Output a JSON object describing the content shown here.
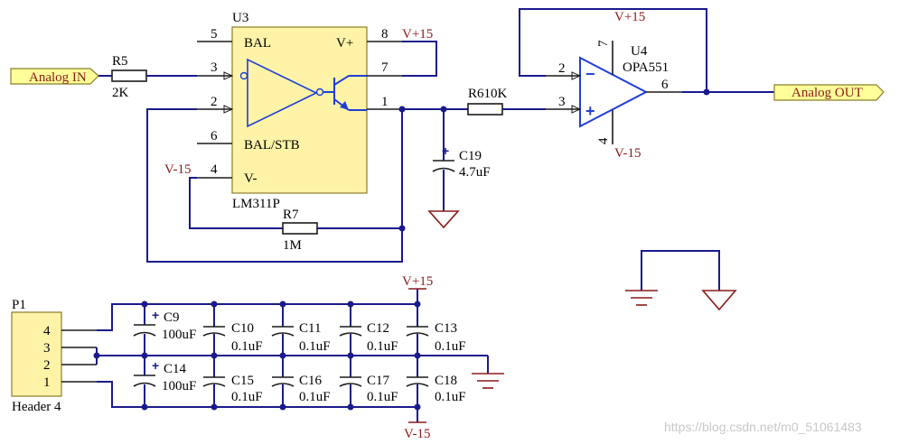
{
  "u3": {
    "ref": "U3",
    "part": "LM311P",
    "pin_bal": "BAL",
    "pin_vplus": "V+",
    "pin_balstb": "BAL/STB",
    "pin_vminus": "V-",
    "n5": "5",
    "n3": "3",
    "n2": "2",
    "n6": "6",
    "n4": "4",
    "n8": "8",
    "n7": "7",
    "n1": "1"
  },
  "u4": {
    "ref": "U4",
    "part": "OPA551",
    "n2": "2",
    "n3": "3",
    "n6": "6",
    "n7": "7",
    "n4": "4"
  },
  "ports": {
    "analog_in": "Analog IN",
    "analog_out": "Analog OUT"
  },
  "rails": {
    "vp": "V+15",
    "vm": "V-15"
  },
  "r5": {
    "ref": "R5",
    "value": "2K"
  },
  "r6": {
    "ref": "R610K"
  },
  "r7": {
    "ref": "R7",
    "value": "1M"
  },
  "c19": {
    "ref": "C19",
    "value": "4.7uF"
  },
  "p1": {
    "ref": "P1",
    "name": "Header 4",
    "pins": [
      "4",
      "3",
      "2",
      "1"
    ]
  },
  "caps_top": [
    {
      "ref": "C9",
      "value": "100uF"
    },
    {
      "ref": "C10",
      "value": "0.1uF"
    },
    {
      "ref": "C11",
      "value": "0.1uF"
    },
    {
      "ref": "C12",
      "value": "0.1uF"
    },
    {
      "ref": "C13",
      "value": "0.1uF"
    }
  ],
  "caps_bot": [
    {
      "ref": "C14",
      "value": "100uF"
    },
    {
      "ref": "C15",
      "value": "0.1uF"
    },
    {
      "ref": "C16",
      "value": "0.1uF"
    },
    {
      "ref": "C17",
      "value": "0.1uF"
    },
    {
      "ref": "C18",
      "value": "0.1uF"
    }
  ],
  "polarity_mark": "+",
  "opamp_minus": "−",
  "opamp_plus": "+",
  "watermark": "https://blog.csdn.net/m0_51061483",
  "colors": {
    "wire": "#1a1a8c",
    "part": "#1a1a1a",
    "ground": "#8b1a1a",
    "ic_fill": "#fff3a8",
    "port_fill": "#ffff99",
    "opamp": "#1d3fd6"
  }
}
